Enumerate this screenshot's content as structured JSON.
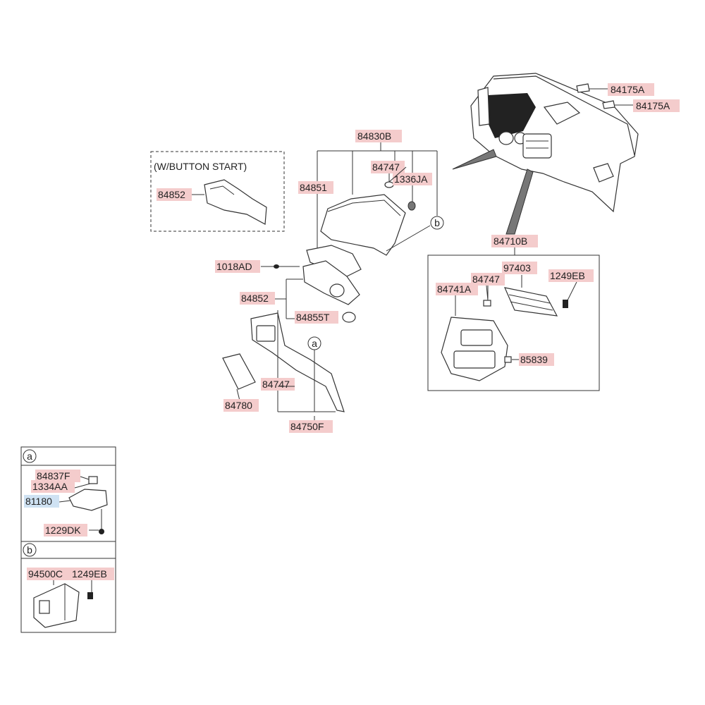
{
  "notes": {
    "button_start": "(W/BUTTON START)"
  },
  "callouts": {
    "a": "a",
    "b": "b"
  },
  "parts": {
    "p84175A_1": "84175A",
    "p84175A_2": "84175A",
    "p84830B": "84830B",
    "p84747_top": "84747",
    "p1336JA": "1336JA",
    "p84851": "84851",
    "p84852_opt": "84852",
    "p84710B": "84710B",
    "p97403": "97403",
    "p1249EB_r": "1249EB",
    "p84741A": "84741A",
    "p84747_r": "84747",
    "p85839": "85839",
    "p1018AD": "1018AD",
    "p84852": "84852",
    "p84855T": "84855T",
    "p84747_low": "84747",
    "p84780": "84780",
    "p84750F": "84750F",
    "p84837F": "84837F",
    "p1334AA": "1334AA",
    "p81180": "81180",
    "p1229DK": "1229DK",
    "p94500C": "94500C",
    "p1249EB_b": "1249EB"
  }
}
